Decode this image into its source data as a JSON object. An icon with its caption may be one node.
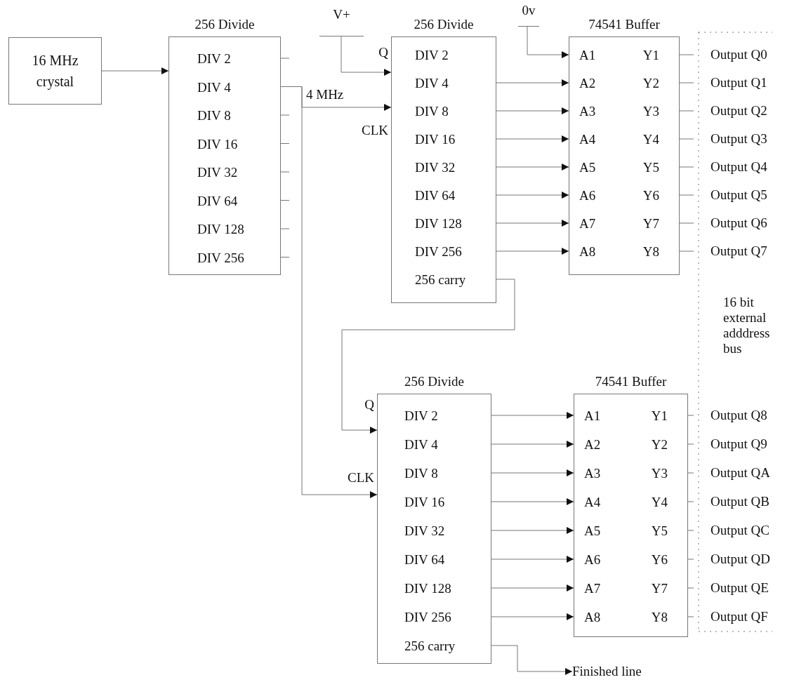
{
  "diagram": {
    "nodes": [
      {
        "text": [
          "16 MHz crystal"
        ]
      },
      {
        "text": [
          "256 Divide"
        ]
      },
      {
        "text": [
          "DIV 2"
        ],
        "in": 1
      },
      {
        "text": [
          "DIV 4"
        ],
        "in": 1
      },
      {
        "text": [
          "DIV 8"
        ],
        "in": 1
      },
      {
        "text": [
          "DIV 16"
        ],
        "in": 1
      },
      {
        "text": [
          "DIV 32"
        ],
        "in": 1
      },
      {
        "text": [
          "DIV 64"
        ],
        "in": 1
      },
      {
        "text": [
          "DIV 128"
        ],
        "in": 1
      },
      {
        "text": [
          "DIV 256"
        ],
        "in": 1
      },
      {
        "text": [
          "V+"
        ]
      },
      {
        "text": [
          "Q"
        ]
      },
      {
        "text": [
          "CLK"
        ]
      },
      {
        "text": [
          "256 Divide"
        ]
      },
      {
        "text": [
          "DIV 2"
        ],
        "in": 13
      },
      {
        "text": [
          "DIV 4"
        ],
        "in": 13
      },
      {
        "text": [
          "DIV 8"
        ],
        "in": 13
      },
      {
        "text": [
          "DIV 16"
        ],
        "in": 13
      },
      {
        "text": [
          "DIV 32"
        ],
        "in": 13
      },
      {
        "text": [
          "DIV 64"
        ],
        "in": 13
      },
      {
        "text": [
          "DIV 128"
        ],
        "in": 13
      },
      {
        "text": [
          "DIV 256"
        ],
        "in": 13
      },
      {
        "text": [
          "256 carry"
        ],
        "in": 13
      },
      {
        "text": [
          "0v"
        ]
      },
      {
        "text": [
          "74541 Buffer"
        ]
      },
      {
        "text": [
          "A1"
        ],
        "in": 24
      },
      {
        "text": [
          "A2"
        ],
        "in": 24
      },
      {
        "text": [
          "A3"
        ],
        "in": 24
      },
      {
        "text": [
          "A4"
        ],
        "in": 24
      },
      {
        "text": [
          "A5"
        ],
        "in": 24
      },
      {
        "text": [
          "A6"
        ],
        "in": 24
      },
      {
        "text": [
          "A7"
        ],
        "in": 24
      },
      {
        "text": [
          "A8"
        ],
        "in": 24
      },
      {
        "text": [
          "Y1"
        ],
        "in": 24
      },
      {
        "text": [
          "Y2"
        ],
        "in": 24
      },
      {
        "text": [
          "Y3"
        ],
        "in": 24
      },
      {
        "text": [
          "Y4"
        ],
        "in": 24
      },
      {
        "text": [
          "Y5"
        ],
        "in": 24
      },
      {
        "text": [
          "Y6"
        ],
        "in": 24
      },
      {
        "text": [
          "Y7"
        ],
        "in": 24
      },
      {
        "text": [
          "Y8"
        ],
        "in": 24
      },
      {
        "text": [
          "Q"
        ]
      },
      {
        "text": [
          "CLK"
        ]
      },
      {
        "text": [
          "256 Divide"
        ]
      },
      {
        "text": [
          "DIV 2"
        ],
        "in": 43
      },
      {
        "text": [
          "DIV 4"
        ],
        "in": 43
      },
      {
        "text": [
          "DIV 8"
        ],
        "in": 43
      },
      {
        "text": [
          "DIV 16"
        ],
        "in": 43
      },
      {
        "text": [
          "DIV 32"
        ],
        "in": 43
      },
      {
        "text": [
          "DIV 64"
        ],
        "in": 43
      },
      {
        "text": [
          "DIV 128"
        ],
        "in": 43
      },
      {
        "text": [
          "DIV 256"
        ],
        "in": 43
      },
      {
        "text": [
          "256 carry"
        ],
        "in": 43
      },
      {
        "text": [
          "74541 Buffer"
        ]
      },
      {
        "text": [
          "A1"
        ],
        "in": 53
      },
      {
        "text": [
          "A2"
        ],
        "in": 53
      },
      {
        "text": [
          "A3"
        ],
        "in": 53
      },
      {
        "text": [
          "A4"
        ],
        "in": 53
      },
      {
        "text": [
          "A5"
        ],
        "in": 53
      },
      {
        "text": [
          "A6"
        ],
        "in": 53
      },
      {
        "text": [
          "A7"
        ],
        "in": 53
      },
      {
        "text": [
          "A8"
        ],
        "in": 53
      },
      {
        "text": [
          "Y1"
        ],
        "in": 53
      },
      {
        "text": [
          "Y2"
        ],
        "in": 53
      },
      {
        "text": [
          "Y3"
        ],
        "in": 53
      },
      {
        "text": [
          "Y4"
        ],
        "in": 53
      },
      {
        "text": [
          "Y5"
        ],
        "in": 53
      },
      {
        "text": [
          "Y6"
        ],
        "in": 53
      },
      {
        "text": [
          "Y7"
        ],
        "in": 53
      },
      {
        "text": [
          "Y8"
        ],
        "in": 53
      },
      {
        "text": [
          "Finished line"
        ]
      }
    ],
    "edges": [
      {
        "from": 0,
        "to": 1,
        "arrow": "to"
      },
      {
        "from": 3,
        "to": 12,
        "arrow": "to",
        "label": "4 MHz"
      },
      {
        "from": 3,
        "to": 42,
        "arrow": "to"
      },
      {
        "from": 10,
        "to": 11,
        "arrow": "to"
      },
      {
        "from": 23,
        "to": 25,
        "arrow": "to"
      },
      {
        "from": 15,
        "to": 26,
        "arrow": "to"
      },
      {
        "from": 16,
        "to": 27,
        "arrow": "to"
      },
      {
        "from": 17,
        "to": 28,
        "arrow": "to"
      },
      {
        "from": 18,
        "to": 29,
        "arrow": "to"
      },
      {
        "from": 19,
        "to": 30,
        "arrow": "to"
      },
      {
        "from": 20,
        "to": 31,
        "arrow": "to"
      },
      {
        "from": 21,
        "to": 32,
        "arrow": "to"
      },
      {
        "from": 22,
        "to": 41,
        "arrow": "to"
      },
      {
        "from": 44,
        "to": 54,
        "arrow": "to"
      },
      {
        "from": 45,
        "to": 55,
        "arrow": "to"
      },
      {
        "from": 46,
        "to": 56,
        "arrow": "to"
      },
      {
        "from": 47,
        "to": 57,
        "arrow": "to"
      },
      {
        "from": 48,
        "to": 58,
        "arrow": "to"
      },
      {
        "from": 49,
        "to": 59,
        "arrow": "to"
      },
      {
        "from": 50,
        "to": 60,
        "arrow": "to"
      },
      {
        "from": 51,
        "to": 61,
        "arrow": "to"
      },
      {
        "from": 52,
        "to": 70,
        "arrow": "to"
      }
    ],
    "labels": [
      "Output Q0",
      "Output Q1",
      "Output Q2",
      "Output Q3",
      "Output Q4",
      "Output Q5",
      "Output Q6",
      "Output Q7",
      "16 bit external adddress bus",
      "Output Q8",
      "Output Q9",
      "Output QA",
      "Output QB",
      "Output QC",
      "Output QD",
      "Output QE",
      "Output QF"
    ]
  }
}
